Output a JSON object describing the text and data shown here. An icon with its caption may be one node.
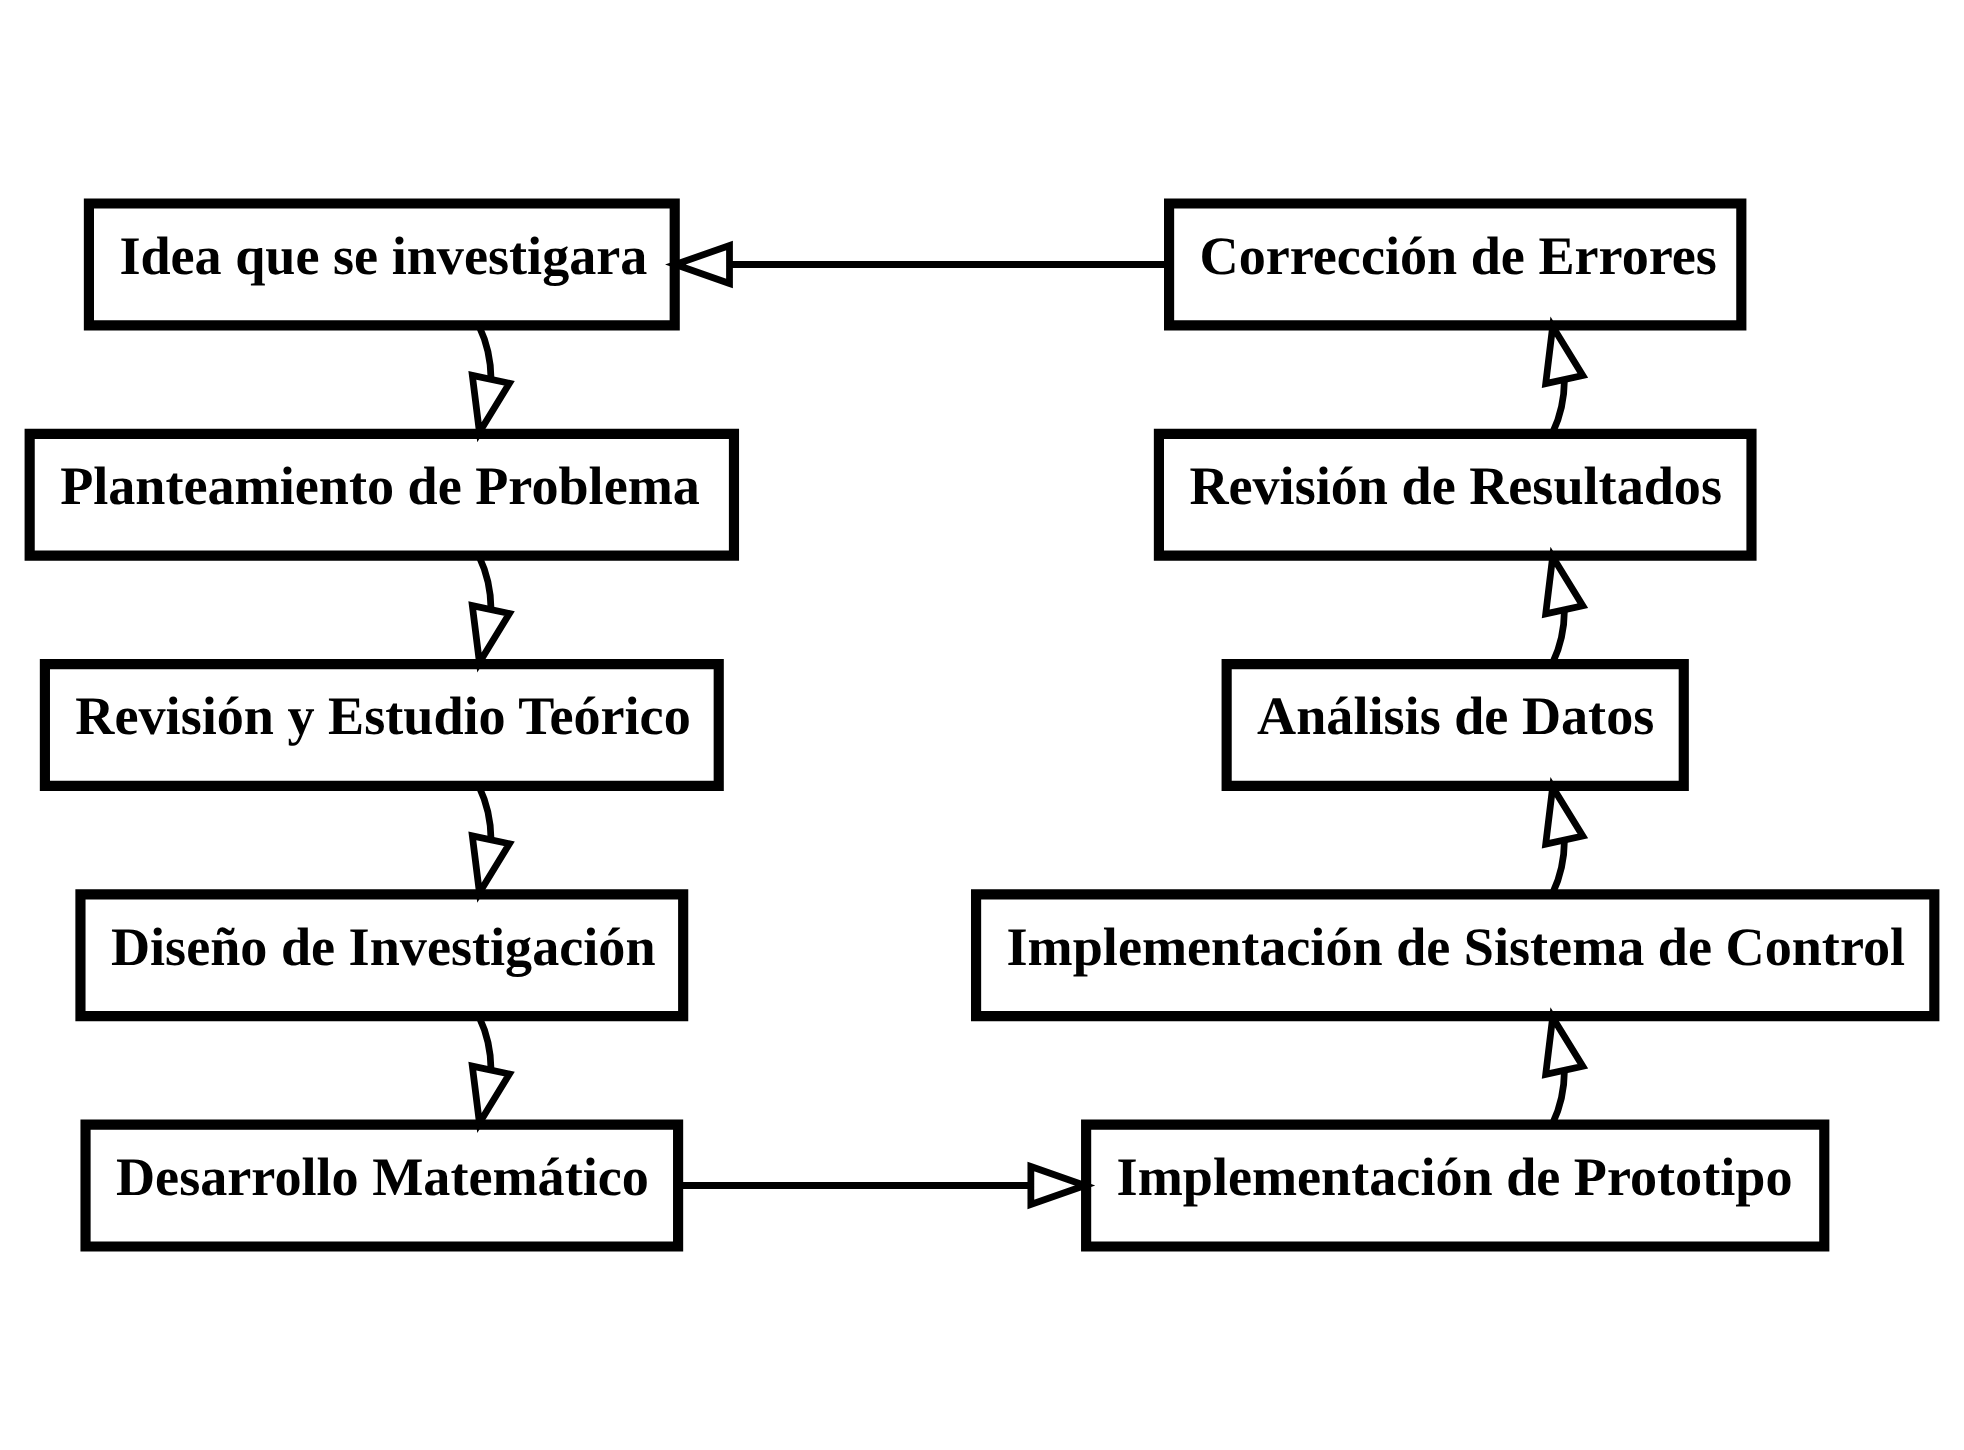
{
  "diagram": {
    "nodes": [
      {
        "text": [
          "Idea que se investigara"
        ]
      },
      {
        "text": [
          "Planteamiento de Problema"
        ]
      },
      {
        "text": [
          "Revisión y Estudio Teórico"
        ]
      },
      {
        "text": [
          "Diseño de Investigación"
        ]
      },
      {
        "text": [
          "Desarrollo Matemático"
        ]
      },
      {
        "text": [
          "Implementación de Prototipo"
        ]
      },
      {
        "text": [
          "Implementación de Sistema de Control"
        ]
      },
      {
        "text": [
          "Análisis de Datos"
        ]
      },
      {
        "text": [
          "Revisión de Resultados"
        ]
      },
      {
        "text": [
          "Corrección de Errores"
        ]
      }
    ],
    "edges": [
      {
        "from": 0,
        "to": 1,
        "arrow": "to"
      },
      {
        "from": 1,
        "to": 2,
        "arrow": "to"
      },
      {
        "from": 2,
        "to": 3,
        "arrow": "to"
      },
      {
        "from": 3,
        "to": 4,
        "arrow": "to"
      },
      {
        "from": 4,
        "to": 5,
        "arrow": "to"
      },
      {
        "from": 5,
        "to": 6,
        "arrow": "to"
      },
      {
        "from": 6,
        "to": 7,
        "arrow": "to"
      },
      {
        "from": 7,
        "to": 8,
        "arrow": "to"
      },
      {
        "from": 8,
        "to": 9,
        "arrow": "to"
      },
      {
        "from": 9,
        "to": 0,
        "arrow": "to"
      }
    ]
  }
}
